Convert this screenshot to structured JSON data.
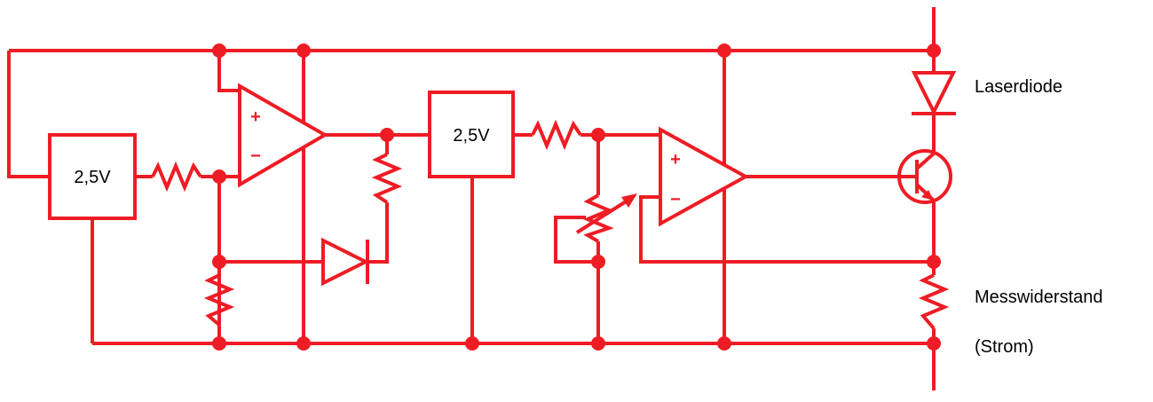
{
  "diagram": {
    "wire_color": "#ee1c24",
    "text_color": "#000000",
    "background": "#ffffff",
    "reference_left_label": "2,5V",
    "reference_mid_label": "2,5V",
    "opamp_plus_sign": "+",
    "opamp_minus_sign": "−",
    "label_laser_diode": "Laserdiode",
    "label_sense_resistor": "Messwiderstand",
    "label_current": "(Strom)"
  }
}
